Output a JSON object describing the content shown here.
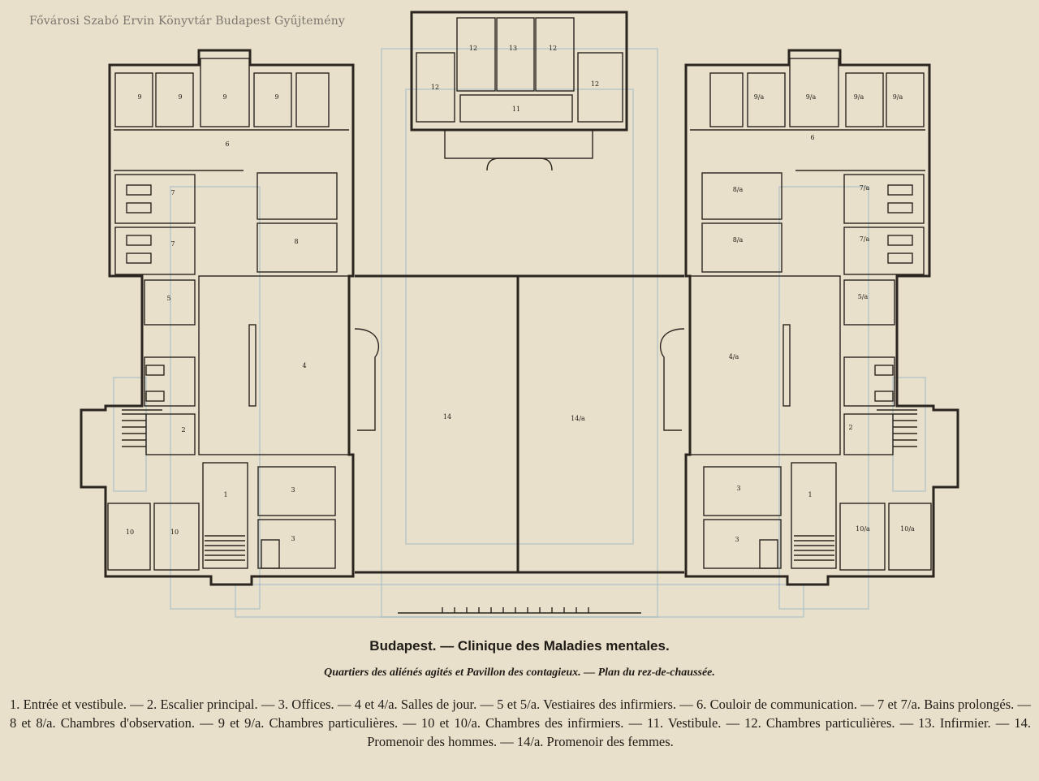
{
  "watermark": "Fővárosi Szabó Ervin Könyvtár Budapest Gyűjtemény",
  "title": "Budapest. — Clinique des Maladies mentales.",
  "subtitle": "Quartiers des aliénés agités et Pavillon des contagieux. — Plan du rez-de-chaussée.",
  "legend": "1. Entrée et vestibule. — 2. Escalier principal. — 3. Offices. — 4 et 4/a. Salles de jour. — 5 et 5/a. Vestiaires des infirmiers. — 6. Couloir de communication. — 7 et 7/a. Bains prolongés. — 8 et 8/a. Chambres d'observation. — 9 et 9/a. Chambres particulières. — 10 et 10/a. Chambres des infirmiers. — 11. Vestibule. — 12. Chambres particulières. — 13. Infirmier. — 14. Promenoir des hommes. — 14/a. Promenoir des femmes.",
  "rooms": {
    "r1": "1",
    "r2": "2",
    "r3": "3",
    "r4": "4",
    "r5": "5",
    "r6": "6",
    "r7": "7",
    "r8": "8",
    "r9": "9",
    "r10": "10",
    "r11": "11",
    "r12": "12",
    "r13": "13",
    "r14": "14",
    "r1a": "1",
    "r2a": "2",
    "r3a": "3",
    "r4a": "4/a",
    "r5a": "5/a",
    "r6a": "6",
    "r7a": "7/a",
    "r8a": "8/a",
    "r9a": "9/a",
    "r10a": "10/a",
    "r14a": "14/a"
  }
}
